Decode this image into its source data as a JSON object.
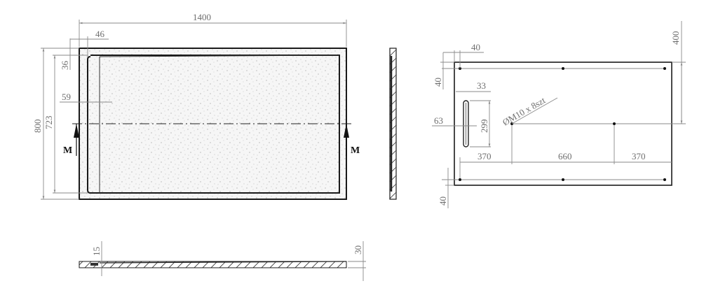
{
  "top_view": {
    "dim_width": "1400",
    "dim_height": "800",
    "dim_inner_height": "723",
    "dim_left_offset": "46",
    "dim_top_offset": "36",
    "dim_channel": "59",
    "section_label_left": "M",
    "section_label_right": "M"
  },
  "side_view": {},
  "bottom_view": {
    "dim_top_edge": "40",
    "dim_left_edge": "40",
    "dim_drain_width": "33",
    "dim_drain_length": "299",
    "dim_drain_offset": "63",
    "dim_hole_spacing_1": "370",
    "dim_hole_spacing_2": "660",
    "dim_hole_spacing_3": "370",
    "dim_half_height": "400",
    "dim_bottom_edge": "40",
    "hole_note": "ØM10 x 8szt"
  },
  "section_view": {
    "dim_thin_edge": "15",
    "dim_thick_edge": "30"
  },
  "colors": {
    "line": "#1a1a1a",
    "dimension": "#8a8a8a",
    "speckle_bg": "#f4f4f4"
  }
}
